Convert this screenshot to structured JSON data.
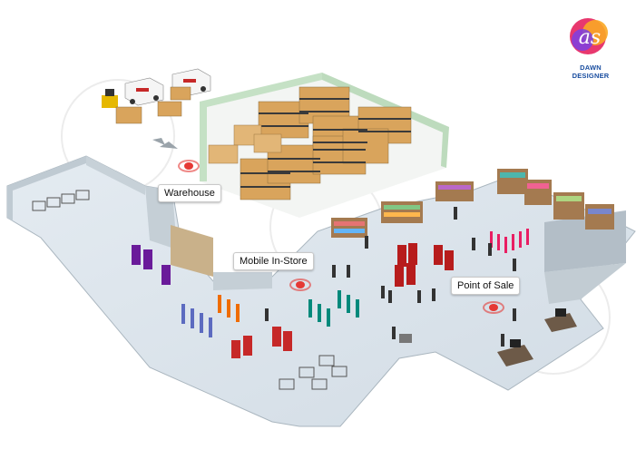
{
  "hotspots": {
    "warehouse": {
      "label": "Warehouse"
    },
    "mobile_in_store": {
      "label": "Mobile In-Store"
    },
    "point_of_sale": {
      "label": "Point of Sale"
    }
  },
  "logo": {
    "text": "DAWN DESIGNER",
    "mark": "as"
  },
  "colors": {
    "hotspot": "#e53935",
    "floor": "#dde6ee",
    "wall": "#b9c4cc",
    "warehouse_glass": "#9fcf9f",
    "box": "#d9a45c"
  }
}
